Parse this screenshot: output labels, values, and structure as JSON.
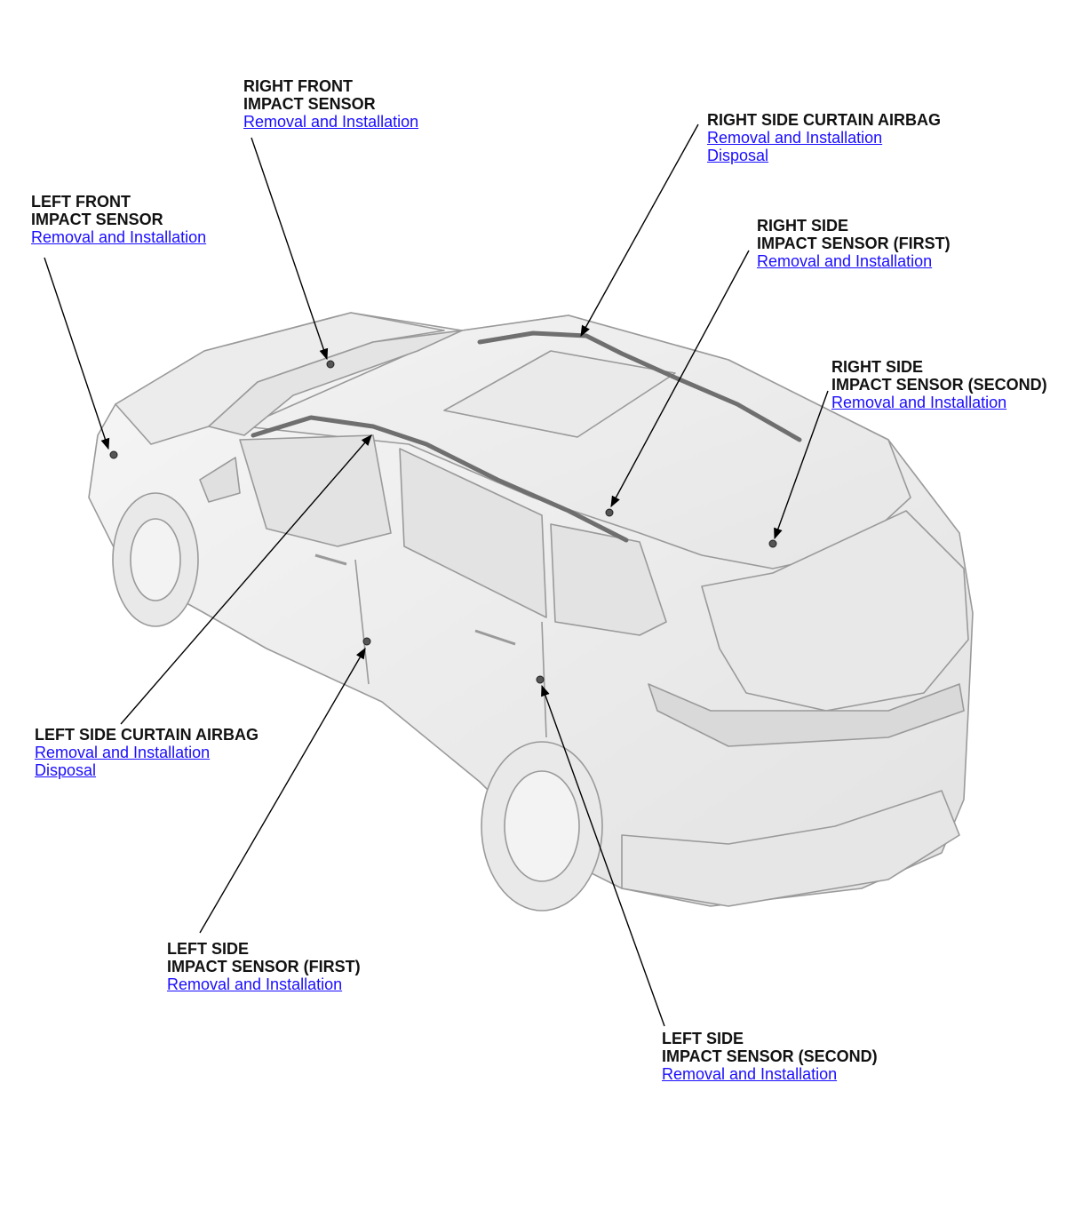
{
  "callouts": {
    "right_front_sensor": {
      "title_line1": "RIGHT FRONT",
      "title_line2": "IMPACT SENSOR",
      "link_removal": "Removal and Installation"
    },
    "left_front_sensor": {
      "title_line1": "LEFT FRONT",
      "title_line2": "IMPACT SENSOR",
      "link_removal": "Removal and Installation"
    },
    "right_curtain_airbag": {
      "title_line1": "RIGHT SIDE CURTAIN AIRBAG",
      "link_removal": "Removal and Installation",
      "link_disposal": "Disposal"
    },
    "right_side_sensor_first": {
      "title_line1": "RIGHT SIDE",
      "title_line2": "IMPACT SENSOR (FIRST)",
      "link_removal": "Removal and Installation"
    },
    "right_side_sensor_second": {
      "title_line1": "RIGHT SIDE",
      "title_line2": "IMPACT SENSOR (SECOND)",
      "link_removal": "Removal and Installation"
    },
    "left_curtain_airbag": {
      "title_line1": "LEFT SIDE CURTAIN AIRBAG",
      "link_removal": "Removal and Installation",
      "link_disposal": "Disposal"
    },
    "left_side_sensor_first": {
      "title_line1": "LEFT SIDE",
      "title_line2": "IMPACT SENSOR (FIRST)",
      "link_removal": "Removal and Installation"
    },
    "left_side_sensor_second": {
      "title_line1": "LEFT SIDE",
      "title_line2": "IMPACT SENSOR (SECOND)",
      "link_removal": "Removal and Installation"
    }
  },
  "colors": {
    "link": "#1a0dff",
    "label": "#111111",
    "car_body": "#ededed",
    "car_outline": "#9a9a9a",
    "airbag": "#6f6f6f",
    "leader": "#000000"
  }
}
